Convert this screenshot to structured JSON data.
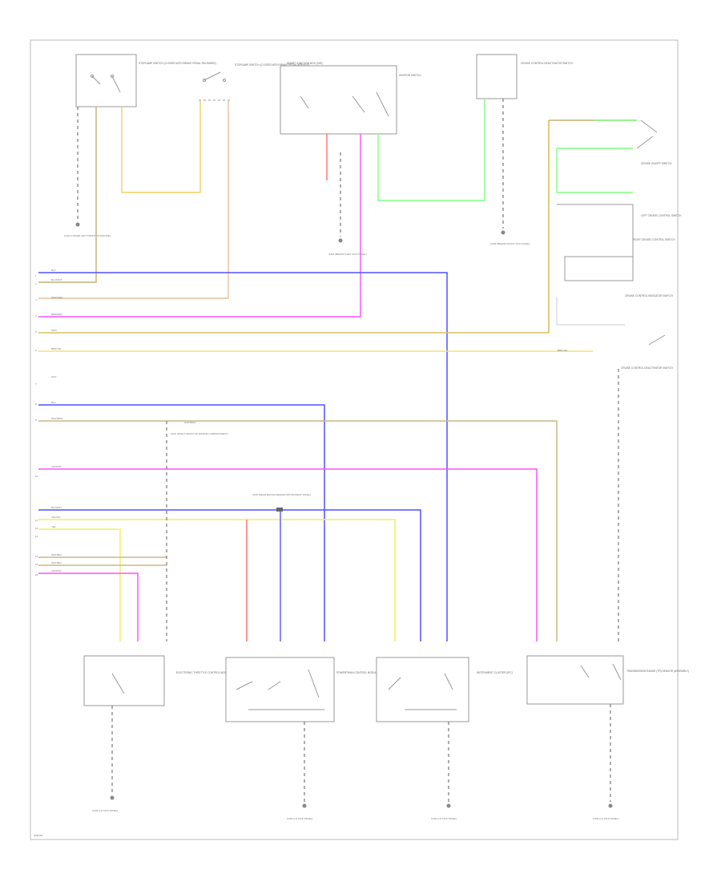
{
  "figure_code": "W00454",
  "left_pins": [
    "1",
    "2",
    "3",
    "4",
    "5",
    "6",
    "7",
    "8",
    "9",
    "10",
    "11",
    "12",
    "13",
    "14",
    "15",
    "16"
  ],
  "components": {
    "top_switch_1": "STOPLAMP SWITCH (CLOSED WITH BRAKE PEDAL RELEASED)",
    "top_switch_2": "STOPLAMP SWITCH (CLOSED WITH BRAKE PEDAL APPLIED)",
    "ignition_relay": "SMART JUNCTION BOX (SJB)",
    "ignition_switch": "IGNITION SWITCH",
    "top_right_switch": "CRUISE CONTROL DEACTIVATOR SWITCH",
    "right_switch_1": "CRUISE ON/OFF SWITCH",
    "right_switch_2": "LEFT CRUISE CONTROL SWITCH",
    "right_switch_3": "RIGHT CRUISE CONTROL SWITCH",
    "right_switch_4": "CRUISE CONTROL INDICATOR SWITCH",
    "module_1": "ELECTRONIC THROTTLE CONTROL MODULE",
    "module_2": "POWERTRAIN CONTROL MODULE (PCM)",
    "module_3": "INSTRUMENT CLUSTER (IPC)",
    "module_4": "TRANSMISSION RANGE (TR) SENSOR (ASSEMBLY)"
  },
  "grounds": {
    "g1": "G101 (LOWER LEFT FRONT OF ENGINE)",
    "g2": "G201 (BEHIND LEFT KICK PANEL)",
    "g3": "G203 (BEHIND RIGHT KICK PANEL)",
    "g4": "G101 (LOWER LEFT FRONT)",
    "g5": "G201 (LH KICK PANEL)",
    "g6": "G202 (LH KICK PANEL)",
    "g7": "G302 (LH KICK PANEL)",
    "g8": "G303 (LH KICK PANEL)"
  },
  "splices": {
    "s1": "S215 (RIGHT FRONT OF ENGINE COMPARTMENT)",
    "s2": "S218 (NEAR DEVICE BEHIND INSTRUMENT PANEL)"
  },
  "wires": {
    "blk": "BLK",
    "blu_wht": "BLU/WHT",
    "wht_org": "WHT/ORG",
    "brn_red": "BRN/RED",
    "grn": "GRN",
    "brn_yel": "BRN/YEL",
    "gry": "GRY",
    "blu": "BLU",
    "wht_brn": "WHT/BRN",
    "vio_wht": "VIO/WHT",
    "blu_gry": "BLU/GRY",
    "yel_vio": "YEL/VIO",
    "yel": "YEL",
    "wht_blk": "WHT/BLK",
    "grn_wht": "GRN/WHT",
    "red": "RED",
    "grn_blk": "GRN/BLK",
    "tan": "TAN"
  },
  "colors": {
    "blue": "#5050ff",
    "pink": "#ff50ff",
    "tan": "#c8b070",
    "yellow": "#f0f060",
    "orange": "#f0b060",
    "green": "#60ff60",
    "red": "#ff6060",
    "teal": "#60c0c0",
    "gray": "#999999"
  }
}
